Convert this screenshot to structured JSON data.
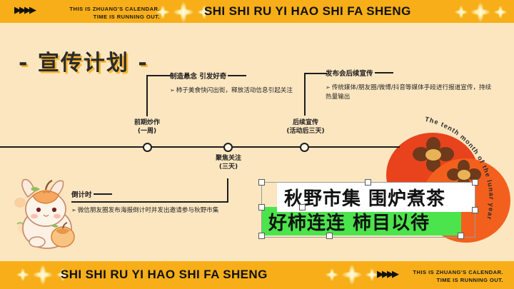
{
  "header": {
    "tagline": "THIS IS ZHUANG'S CALENDAR.\nTIME IS RUNNING OUT.",
    "banner_text": "SHI SHI RU YI HAO SHI FA SHENG",
    "arrows": "▶▶▶▶"
  },
  "footer": {
    "banner_text": "SHI SHI RU YI HAO SHI FA SHENG",
    "tagline": "THIS IS ZHUANG'S CALENDAR.\nTIME IS RUNNING OUT.",
    "arrows": "▶▶▶▶"
  },
  "slide": {
    "title": "- 宣传计划 -"
  },
  "timeline": {
    "nodes": [
      {
        "label": "前期炒作\n(一周)"
      },
      {
        "label": "聚焦关注\n(三天)"
      },
      {
        "label": "后续宣传\n(活动后三天)"
      }
    ]
  },
  "callouts": [
    {
      "heading": "制造悬念 引发好奇",
      "marker": "➢",
      "body": "柿子美食快闪出街，释放活动信息引起关注"
    },
    {
      "heading": "发布会后续宣传",
      "marker": "➢",
      "body": "传统媒体/朋友圈/微博/抖音等媒体手段进行报道宣传，持续热量输出"
    },
    {
      "heading": "倒计时",
      "marker": "➢",
      "body": "微信朋友圈发布海报倒计时并发出邀请参与秋野市集"
    }
  ],
  "artwork": {
    "arc_text": "The tenth month of the lunar year"
  },
  "text_boxes": {
    "white_line": "秋野市集 围炉煮茶",
    "green_line": "好柿连连 柿目以待"
  },
  "colors": {
    "bar": "#F7AE18",
    "page_bg": "#FBE6C0",
    "persimmon_back": "#E8431C",
    "persimmon_front": "#F3601D",
    "calyx": "#6E3A1B",
    "pith": "#E8B356",
    "highlight_green": "#4CE44C",
    "ink": "#1d1d1d"
  }
}
